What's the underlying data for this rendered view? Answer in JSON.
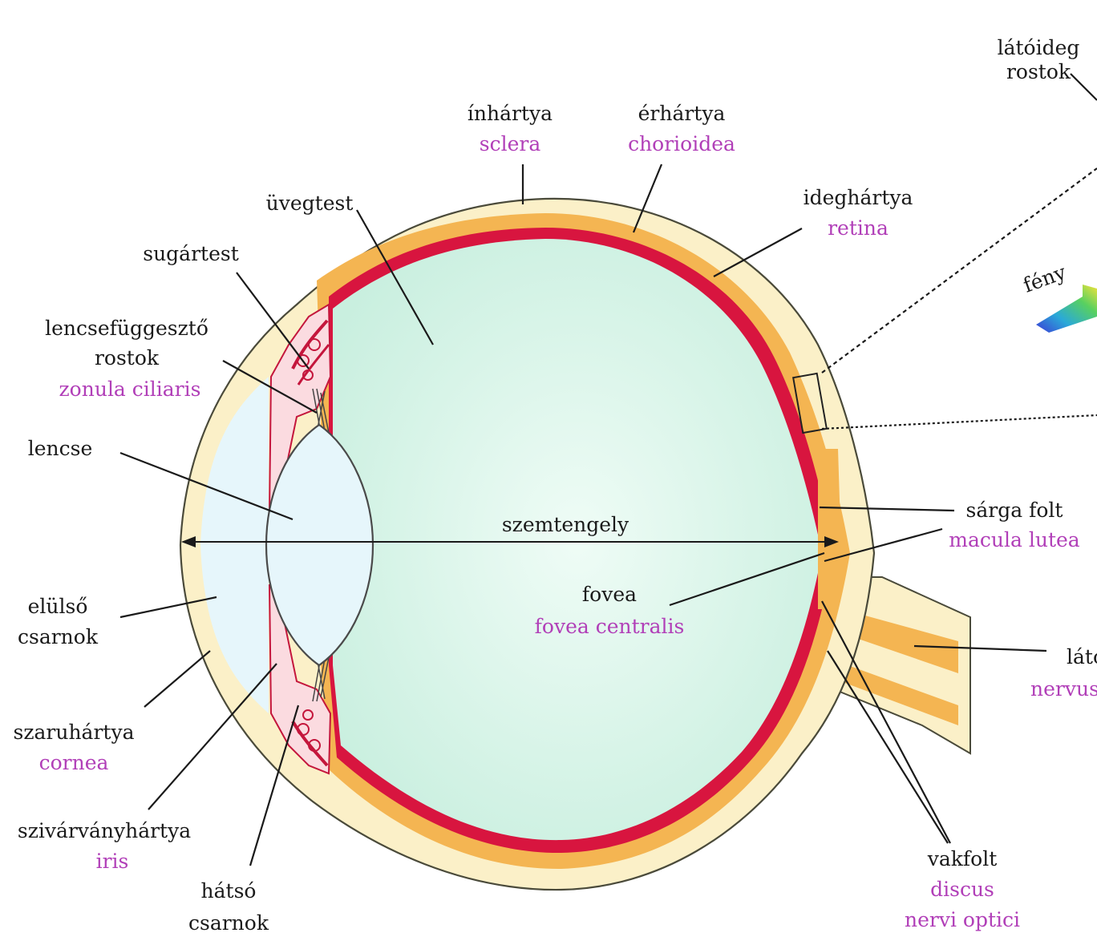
{
  "labels": {
    "latoideg_rostok_1": "látóideg",
    "latoideg_rostok_2": "rostok",
    "inhartya": "ínhártya",
    "sclera": "sclera",
    "erhartya": "érhártya",
    "chorioidea": "chorioidea",
    "ideghartya": "ideghártya",
    "retina": "retina",
    "uvegtest": "üvegtest",
    "sugartest": "sugártest",
    "lencsefuggeszto_1": "lencsefüggesztő",
    "lencsefuggeszto_2": "rostok",
    "zonula_ciliaris": "zonula ciliaris",
    "lencse": "lencse",
    "szemtengely": "szemtengely",
    "sarga_folt": "sárga folt",
    "macula_lutea": "macula lutea",
    "fovea": "fovea",
    "fovea_centralis": "fovea centralis",
    "eluiso_1": "elülső",
    "eluiso_2": "csarnok",
    "szaruhartya": "szaruhártya",
    "cornea": "cornea",
    "szivarvanyhartya": "szivárványhártya",
    "iris": "iris",
    "hatso_1": "hátsó",
    "hatso_2": "csarnok",
    "vakfolt": "vakfolt",
    "discus": "discus",
    "nervi_optici": "nervi optici",
    "feny": "fény",
    "latoideg_partial": "látó",
    "nervus_partial": "nervus"
  },
  "colors": {
    "vitreous": "#d6f4e6",
    "sclera": "#fbf0c8",
    "choroid": "#f4b552",
    "retina": "#d8153f",
    "lens": "#e6f6fb",
    "hungarian_text": "#1a1a1a",
    "latin_text": "#b13fb8"
  }
}
